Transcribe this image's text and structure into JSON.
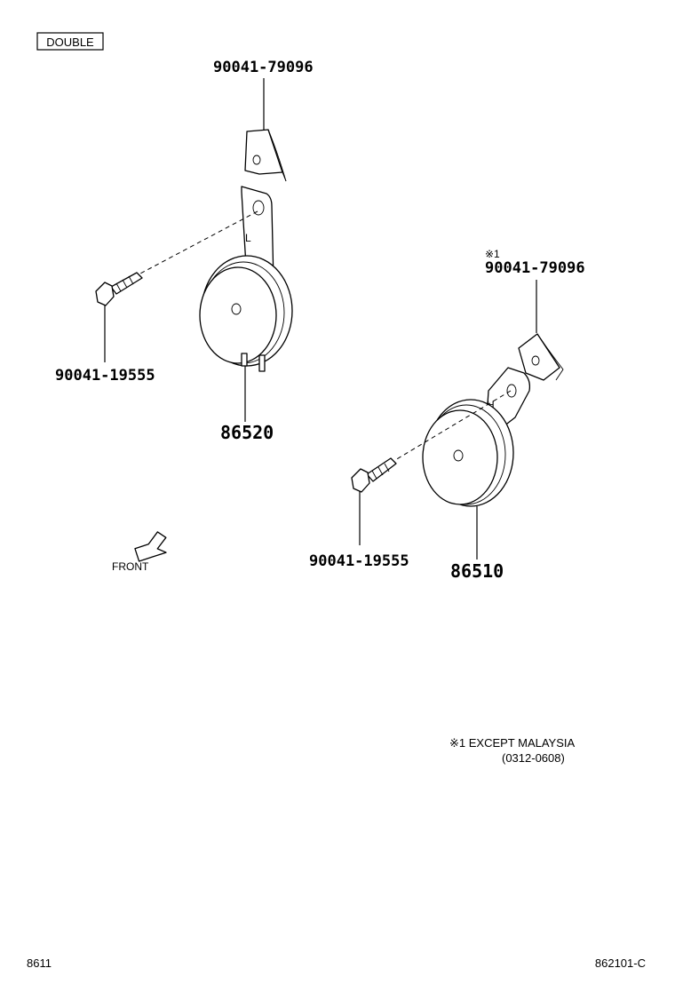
{
  "variant_label": "DOUBLE",
  "left_assembly": {
    "bracket_nut_part": "90041-79096",
    "bolt_part": "90041-19555",
    "horn_part": "86520",
    "side_mark": "L"
  },
  "right_assembly": {
    "note_marker": "※1",
    "bracket_nut_part": "90041-79096",
    "bolt_part": "90041-19555",
    "horn_part": "86510",
    "side_mark": "H"
  },
  "front_label": "FRONT",
  "footnote": {
    "line1": "※1  EXCEPT  MALAYSIA",
    "line2": "(0312-0608)"
  },
  "footer": {
    "left_code": "8611",
    "right_code": "862101-C"
  }
}
